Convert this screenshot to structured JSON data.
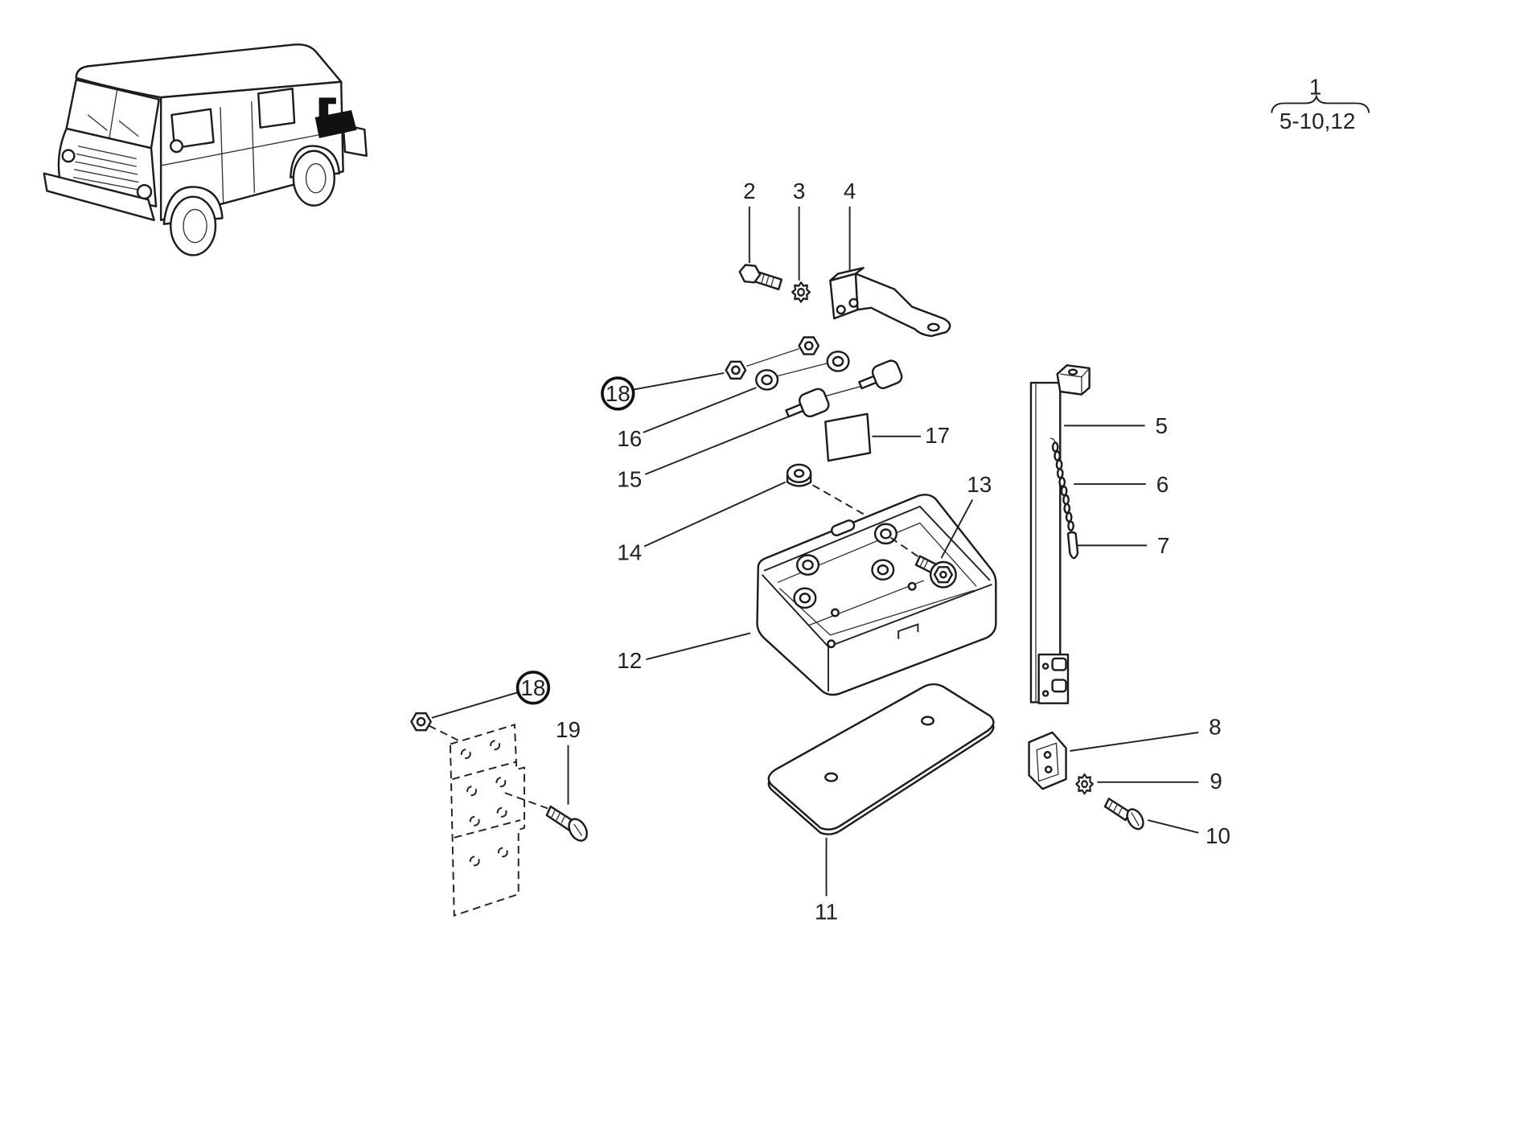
{
  "assembly": {
    "number": "1",
    "sub_range": "5-10,12"
  },
  "callouts": {
    "part_2": "2",
    "part_3": "3",
    "part_4": "4",
    "part_5": "5",
    "part_6": "6",
    "part_7": "7",
    "part_8": "8",
    "part_9": "9",
    "part_10": "10",
    "part_11": "11",
    "part_12": "12",
    "part_13": "13",
    "part_14": "14",
    "part_15": "15",
    "part_16": "16",
    "part_17": "17",
    "part_18_upper": "18",
    "part_18_lower": "18",
    "part_19": "19"
  }
}
